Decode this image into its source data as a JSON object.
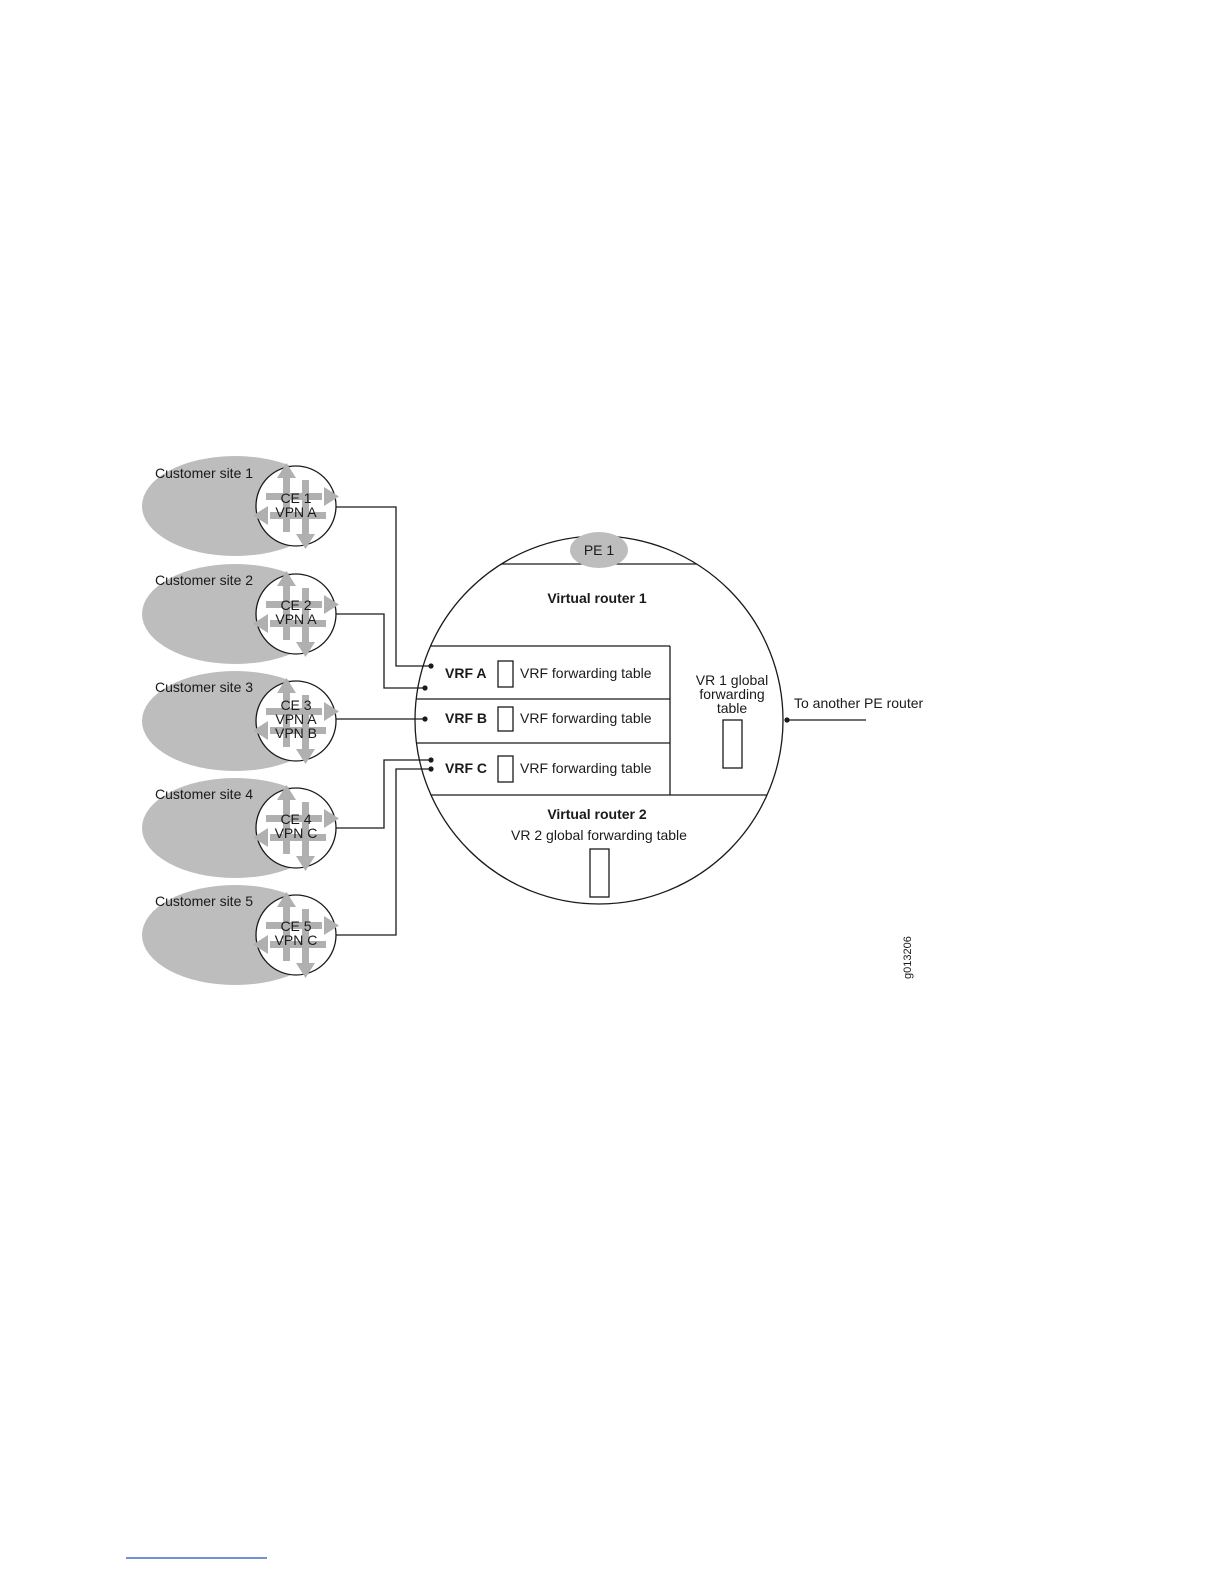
{
  "diagram": {
    "sites": [
      {
        "site_label": "Customer site 1",
        "ce_label": "CE 1",
        "vpn_lines": [
          "VPN A"
        ]
      },
      {
        "site_label": "Customer site 2",
        "ce_label": "CE 2",
        "vpn_lines": [
          "VPN A"
        ]
      },
      {
        "site_label": "Customer site 3",
        "ce_label": "CE 3",
        "vpn_lines": [
          "VPN A",
          "VPN B"
        ]
      },
      {
        "site_label": "Customer site 4",
        "ce_label": "CE 4",
        "vpn_lines": [
          "VPN C"
        ]
      },
      {
        "site_label": "Customer site 5",
        "ce_label": "CE 5",
        "vpn_lines": [
          "VPN C"
        ]
      }
    ],
    "pe_label": "PE 1",
    "virtual_router_1": "Virtual router 1",
    "vrfs": [
      {
        "name": "VRF A",
        "table": "VRF forwarding table"
      },
      {
        "name": "VRF B",
        "table": "VRF forwarding table"
      },
      {
        "name": "VRF C",
        "table": "VRF forwarding table"
      }
    ],
    "vr1_global_lines": [
      "VR 1 global",
      "forwarding",
      "table"
    ],
    "virtual_router_2": "Virtual router 2",
    "vr2_global": "VR 2 global forwarding table",
    "external_link": "To another PE router",
    "figure_id": "g013206"
  },
  "colors": {
    "site_fill": "#bdbdbd",
    "arrow_fill": "#b0b0b0",
    "line": "#1a1a1a"
  }
}
